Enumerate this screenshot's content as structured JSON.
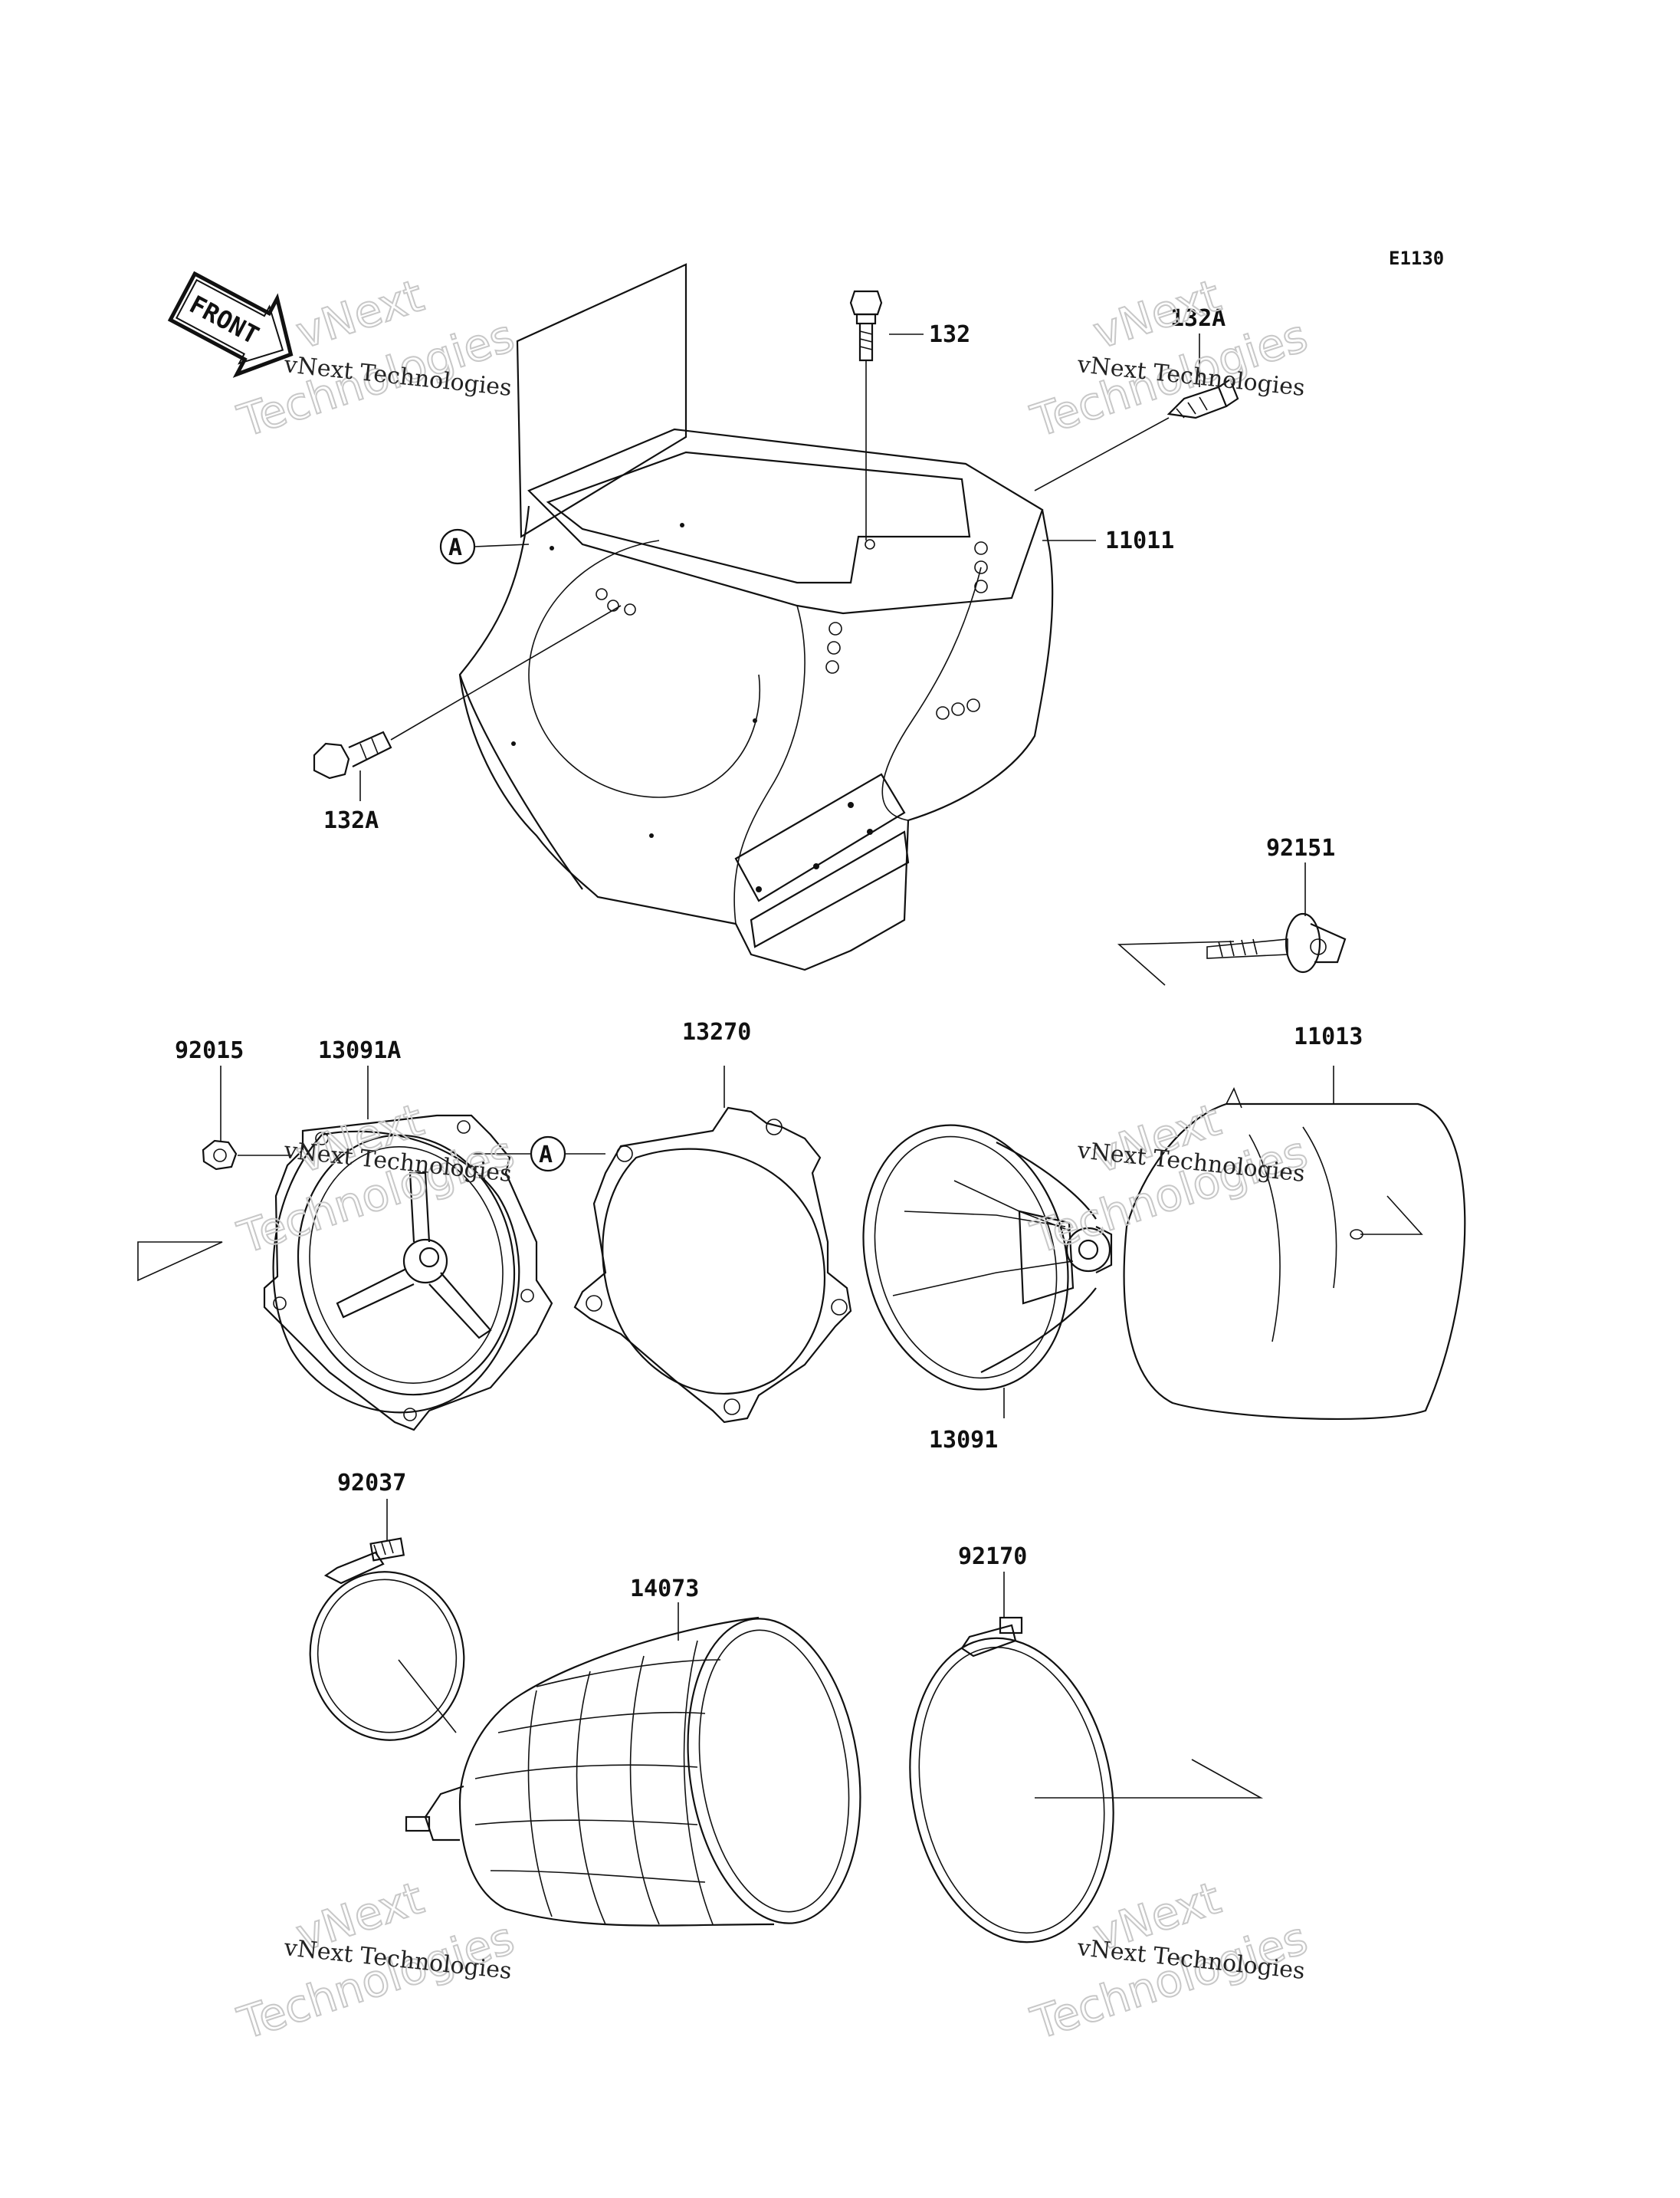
{
  "diagram_code": "E1130",
  "front_label": "FRONT",
  "connector_letter": "A",
  "watermark": {
    "line_small": "vNext Technologies",
    "line_big_1": "vNext",
    "line_big_2": "Technologies"
  },
  "parts": {
    "p132": "132",
    "p132a_top": "132A",
    "p132a_left": "132A",
    "p11011": "11011",
    "p92151": "92151",
    "p92015": "92015",
    "p13091a": "13091A",
    "p13270": "13270",
    "p11013": "11013",
    "p13091": "13091",
    "p92037": "92037",
    "p14073": "14073",
    "p92170": "92170"
  }
}
